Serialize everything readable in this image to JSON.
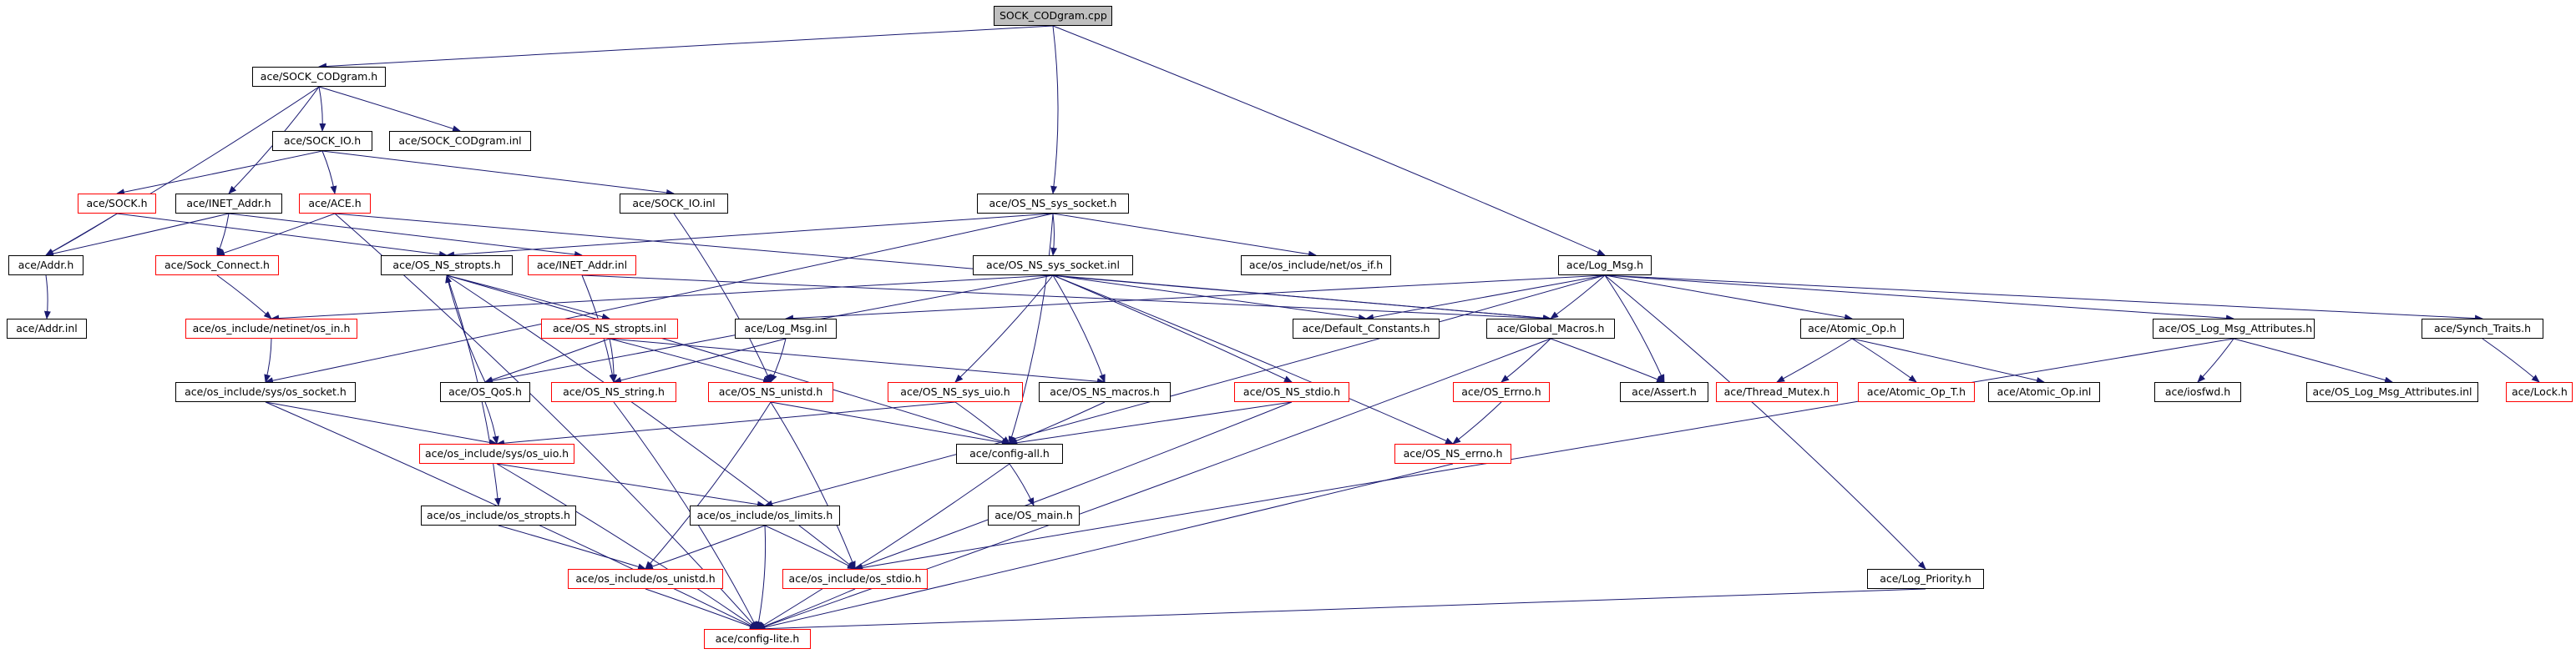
{
  "colors": {
    "edge": "#191970",
    "node_border": "#000000",
    "missing_border": "#ff0000",
    "root_fill": "#bfbfbf"
  },
  "nodes": {
    "sock_codgram_cpp": {
      "label": "SOCK_CODgram.cpp",
      "kind": "root"
    },
    "sock_codgram_h": {
      "label": "ace/SOCK_CODgram.h",
      "kind": "normal"
    },
    "sock_io_h": {
      "label": "ace/SOCK_IO.h",
      "kind": "normal"
    },
    "sock_codgram_inl": {
      "label": "ace/SOCK_CODgram.inl",
      "kind": "normal"
    },
    "sock_h": {
      "label": "ace/SOCK.h",
      "kind": "missing"
    },
    "inet_addr_h": {
      "label": "ace/INET_Addr.h",
      "kind": "normal"
    },
    "ace_h": {
      "label": "ace/ACE.h",
      "kind": "missing"
    },
    "sock_io_inl": {
      "label": "ace/SOCK_IO.inl",
      "kind": "normal"
    },
    "os_ns_sys_socket_h": {
      "label": "ace/OS_NS_sys_socket.h",
      "kind": "normal"
    },
    "addr_h": {
      "label": "ace/Addr.h",
      "kind": "normal"
    },
    "addr_inl": {
      "label": "ace/Addr.inl",
      "kind": "normal"
    },
    "sock_connect_h": {
      "label": "ace/Sock_Connect.h",
      "kind": "missing"
    },
    "os_ns_stropts_h": {
      "label": "ace/OS_NS_stropts.h",
      "kind": "normal"
    },
    "inet_addr_inl": {
      "label": "ace/INET_Addr.inl",
      "kind": "missing"
    },
    "os_ns_sys_socket_inl": {
      "label": "ace/OS_NS_sys_socket.inl",
      "kind": "normal"
    },
    "os_if_h": {
      "label": "ace/os_include/net/os_if.h",
      "kind": "normal"
    },
    "log_msg_h": {
      "label": "ace/Log_Msg.h",
      "kind": "normal"
    },
    "os_in_h": {
      "label": "ace/os_include/netinet/os_in.h",
      "kind": "missing"
    },
    "os_ns_stropts_inl": {
      "label": "ace/OS_NS_stropts.inl",
      "kind": "missing"
    },
    "log_msg_inl": {
      "label": "ace/Log_Msg.inl",
      "kind": "normal"
    },
    "default_constants_h": {
      "label": "ace/Default_Constants.h",
      "kind": "normal"
    },
    "global_macros_h": {
      "label": "ace/Global_Macros.h",
      "kind": "normal"
    },
    "atomic_op_h": {
      "label": "ace/Atomic_Op.h",
      "kind": "normal"
    },
    "os_log_msg_attributes_h": {
      "label": "ace/OS_Log_Msg_Attributes.h",
      "kind": "normal"
    },
    "synch_traits_h": {
      "label": "ace/Synch_Traits.h",
      "kind": "normal"
    },
    "os_socket_h": {
      "label": "ace/os_include/sys/os_socket.h",
      "kind": "normal"
    },
    "os_qos_h": {
      "label": "ace/OS_QoS.h",
      "kind": "normal"
    },
    "os_ns_string_h": {
      "label": "ace/OS_NS_string.h",
      "kind": "missing"
    },
    "os_ns_unistd_h": {
      "label": "ace/OS_NS_unistd.h",
      "kind": "missing"
    },
    "os_ns_sys_uio_h": {
      "label": "ace/OS_NS_sys_uio.h",
      "kind": "missing"
    },
    "os_ns_macros_h": {
      "label": "ace/OS_NS_macros.h",
      "kind": "normal"
    },
    "os_ns_stdio_h": {
      "label": "ace/OS_NS_stdio.h",
      "kind": "missing"
    },
    "os_errno_h": {
      "label": "ace/OS_Errno.h",
      "kind": "missing"
    },
    "assert_h": {
      "label": "ace/Assert.h",
      "kind": "normal"
    },
    "thread_mutex_h": {
      "label": "ace/Thread_Mutex.h",
      "kind": "missing"
    },
    "atomic_op_t_h": {
      "label": "ace/Atomic_Op_T.h",
      "kind": "missing"
    },
    "atomic_op_inl": {
      "label": "ace/Atomic_Op.inl",
      "kind": "normal"
    },
    "iosfwd_h": {
      "label": "ace/iosfwd.h",
      "kind": "normal"
    },
    "os_log_msg_attributes_inl": {
      "label": "ace/OS_Log_Msg_Attributes.inl",
      "kind": "normal"
    },
    "lock_h": {
      "label": "ace/Lock.h",
      "kind": "missing"
    },
    "os_uio_h": {
      "label": "ace/os_include/sys/os_uio.h",
      "kind": "missing"
    },
    "config_all_h": {
      "label": "ace/config-all.h",
      "kind": "normal"
    },
    "os_ns_errno_h": {
      "label": "ace/OS_NS_errno.h",
      "kind": "missing"
    },
    "os_limits_h": {
      "label": "ace/os_include/os_limits.h",
      "kind": "normal"
    },
    "os_stropts_h": {
      "label": "ace/os_include/os_stropts.h",
      "kind": "normal"
    },
    "os_main_h": {
      "label": "ace/OS_main.h",
      "kind": "normal"
    },
    "os_unistd_h": {
      "label": "ace/os_include/os_unistd.h",
      "kind": "missing"
    },
    "os_stdio_h": {
      "label": "ace/os_include/os_stdio.h",
      "kind": "missing"
    },
    "log_priority_h": {
      "label": "ace/Log_Priority.h",
      "kind": "normal"
    },
    "config_lite_h": {
      "label": "ace/config-lite.h",
      "kind": "missing"
    }
  },
  "edges": [
    [
      "sock_codgram_cpp",
      "sock_codgram_h"
    ],
    [
      "sock_codgram_cpp",
      "os_ns_sys_socket_h"
    ],
    [
      "sock_codgram_cpp",
      "log_msg_h"
    ],
    [
      "sock_codgram_h",
      "sock_io_h"
    ],
    [
      "sock_codgram_h",
      "sock_codgram_inl"
    ],
    [
      "sock_codgram_h",
      "inet_addr_h"
    ],
    [
      "sock_codgram_h",
      "addr_h"
    ],
    [
      "sock_io_h",
      "sock_h"
    ],
    [
      "sock_io_h",
      "ace_h"
    ],
    [
      "sock_io_h",
      "sock_io_inl"
    ],
    [
      "sock_h",
      "addr_h"
    ],
    [
      "sock_h",
      "os_ns_stropts_h"
    ],
    [
      "inet_addr_h",
      "addr_h"
    ],
    [
      "inet_addr_h",
      "sock_connect_h"
    ],
    [
      "inet_addr_h",
      "inet_addr_inl"
    ],
    [
      "ace_h",
      "sock_connect_h"
    ],
    [
      "ace_h",
      "global_macros_h"
    ],
    [
      "ace_h",
      "config_lite_h"
    ],
    [
      "addr_h",
      "addr_inl"
    ],
    [
      "sock_connect_h",
      "os_in_h"
    ],
    [
      "sock_io_inl",
      "os_ns_unistd_h"
    ],
    [
      "os_ns_sys_socket_h",
      "os_ns_sys_socket_inl"
    ],
    [
      "os_ns_sys_socket_h",
      "os_if_h"
    ],
    [
      "os_ns_sys_socket_h",
      "os_socket_h"
    ],
    [
      "os_ns_sys_socket_h",
      "os_ns_stropts_h"
    ],
    [
      "os_ns_sys_socket_h",
      "config_all_h"
    ],
    [
      "os_ns_sys_socket_inl",
      "os_in_h"
    ],
    [
      "os_ns_sys_socket_inl",
      "os_qos_h"
    ],
    [
      "os_ns_sys_socket_inl",
      "os_ns_sys_uio_h"
    ],
    [
      "os_ns_sys_socket_inl",
      "os_ns_macros_h"
    ],
    [
      "os_ns_sys_socket_inl",
      "os_ns_stdio_h"
    ],
    [
      "os_ns_sys_socket_inl",
      "os_ns_errno_h"
    ],
    [
      "os_ns_sys_socket_inl",
      "global_macros_h"
    ],
    [
      "os_ns_sys_socket_inl",
      "default_constants_h"
    ],
    [
      "os_ns_stropts_h",
      "os_ns_stropts_inl"
    ],
    [
      "os_ns_stropts_h",
      "os_stropts_h"
    ],
    [
      "os_ns_stropts_h",
      "config_all_h"
    ],
    [
      "os_ns_stropts_h",
      "os_stdio_h"
    ],
    [
      "os_ns_stropts_inl",
      "os_qos_h"
    ],
    [
      "os_ns_stropts_inl",
      "os_ns_string_h"
    ],
    [
      "os_ns_stropts_inl",
      "os_ns_unistd_h"
    ],
    [
      "os_ns_stropts_inl",
      "os_ns_macros_h"
    ],
    [
      "os_qos_h",
      "os_ns_stropts_h"
    ],
    [
      "os_qos_h",
      "os_uio_h"
    ],
    [
      "os_in_h",
      "os_socket_h"
    ],
    [
      "os_socket_h",
      "os_uio_h"
    ],
    [
      "os_socket_h",
      "config_lite_h"
    ],
    [
      "inet_addr_inl",
      "os_ns_string_h"
    ],
    [
      "inet_addr_inl",
      "global_macros_h"
    ],
    [
      "os_ns_string_h",
      "config_lite_h"
    ],
    [
      "os_ns_unistd_h",
      "config_all_h"
    ],
    [
      "os_ns_unistd_h",
      "os_unistd_h"
    ],
    [
      "os_ns_unistd_h",
      "os_stdio_h"
    ],
    [
      "os_ns_sys_uio_h",
      "config_all_h"
    ],
    [
      "os_ns_sys_uio_h",
      "os_uio_h"
    ],
    [
      "os_ns_macros_h",
      "config_all_h"
    ],
    [
      "os_ns_stdio_h",
      "config_all_h"
    ],
    [
      "os_ns_stdio_h",
      "os_stdio_h"
    ],
    [
      "os_uio_h",
      "os_limits_h"
    ],
    [
      "os_uio_h",
      "config_lite_h"
    ],
    [
      "config_all_h",
      "os_main_h"
    ],
    [
      "config_all_h",
      "config_lite_h"
    ],
    [
      "os_limits_h",
      "os_unistd_h"
    ],
    [
      "os_limits_h",
      "os_stdio_h"
    ],
    [
      "os_limits_h",
      "config_lite_h"
    ],
    [
      "os_stropts_h",
      "os_unistd_h"
    ],
    [
      "os_unistd_h",
      "config_lite_h"
    ],
    [
      "os_stdio_h",
      "config_lite_h"
    ],
    [
      "log_msg_h",
      "log_msg_inl"
    ],
    [
      "log_msg_h",
      "default_constants_h"
    ],
    [
      "log_msg_h",
      "global_macros_h"
    ],
    [
      "log_msg_h",
      "atomic_op_h"
    ],
    [
      "log_msg_h",
      "os_log_msg_attributes_h"
    ],
    [
      "log_msg_h",
      "synch_traits_h"
    ],
    [
      "log_msg_h",
      "assert_h"
    ],
    [
      "log_msg_h",
      "log_priority_h"
    ],
    [
      "log_msg_h",
      "os_limits_h"
    ],
    [
      "log_msg_inl",
      "os_ns_unistd_h"
    ],
    [
      "log_msg_inl",
      "os_ns_string_h"
    ],
    [
      "global_macros_h",
      "os_errno_h"
    ],
    [
      "global_macros_h",
      "assert_h"
    ],
    [
      "global_macros_h",
      "config_lite_h"
    ],
    [
      "os_errno_h",
      "os_ns_errno_h"
    ],
    [
      "os_ns_errno_h",
      "config_lite_h"
    ],
    [
      "atomic_op_h",
      "thread_mutex_h"
    ],
    [
      "atomic_op_h",
      "atomic_op_t_h"
    ],
    [
      "atomic_op_h",
      "atomic_op_inl"
    ],
    [
      "os_log_msg_attributes_h",
      "iosfwd_h"
    ],
    [
      "os_log_msg_attributes_h",
      "os_log_msg_attributes_inl"
    ],
    [
      "os_log_msg_attributes_h",
      "os_stdio_h"
    ],
    [
      "synch_traits_h",
      "lock_h"
    ],
    [
      "log_priority_h",
      "config_lite_h"
    ]
  ]
}
